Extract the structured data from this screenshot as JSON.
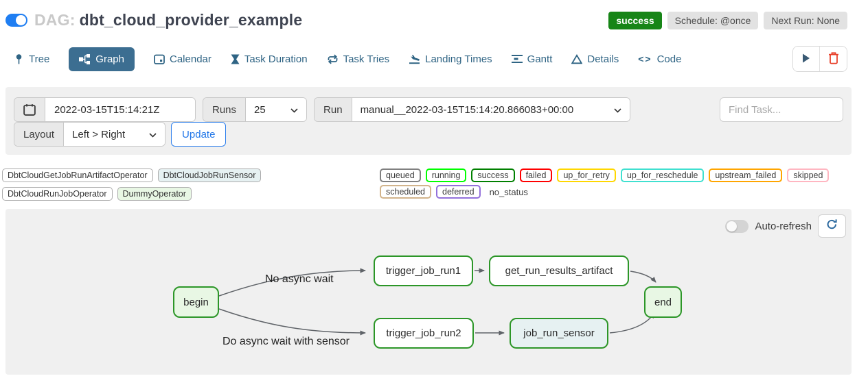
{
  "header": {
    "dag_prefix": "DAG:",
    "dag_title": "dbt_cloud_provider_example",
    "status_badge": "success",
    "schedule_badge": "Schedule: @once",
    "next_run_badge": "Next Run: None"
  },
  "tabs": [
    {
      "label": "Tree"
    },
    {
      "label": "Graph",
      "active": true
    },
    {
      "label": "Calendar"
    },
    {
      "label": "Task Duration"
    },
    {
      "label": "Task Tries"
    },
    {
      "label": "Landing Times"
    },
    {
      "label": "Gantt"
    },
    {
      "label": "Details"
    },
    {
      "label": "Code"
    }
  ],
  "icons": {
    "code_glyph": "<>"
  },
  "filters": {
    "base_date_value": "2022-03-15T15:14:21Z",
    "runs_label": "Runs",
    "runs_value": "25",
    "run_label": "Run",
    "run_value": "manual__2022-03-15T15:14:20.866083+00:00",
    "find_task_placeholder": "Find Task...",
    "layout_label": "Layout",
    "layout_value": "Left > Right",
    "update_button": "Update"
  },
  "legend": {
    "operators": [
      {
        "label": "DbtCloudGetJobRunArtifactOperator",
        "bg": "#ffffff"
      },
      {
        "label": "DbtCloudJobRunSensor",
        "bg": "#e6f1f2"
      },
      {
        "label": "DbtCloudRunJobOperator",
        "bg": "#ffffff"
      },
      {
        "label": "DummyOperator",
        "bg": "#e8f7e4"
      }
    ],
    "statuses": [
      {
        "label": "queued",
        "border": "#808080"
      },
      {
        "label": "running",
        "border": "#00ff00"
      },
      {
        "label": "success",
        "border": "#008000"
      },
      {
        "label": "failed",
        "border": "#ff0000"
      },
      {
        "label": "up_for_retry",
        "border": "#ffd700"
      },
      {
        "label": "up_for_reschedule",
        "border": "#40e0d0"
      },
      {
        "label": "upstream_failed",
        "border": "#ffa500"
      },
      {
        "label": "skipped",
        "border": "#ffb6c1"
      },
      {
        "label": "scheduled",
        "border": "#d2b48c"
      },
      {
        "label": "deferred",
        "border": "#9370db"
      },
      {
        "label": "no_status",
        "border": "none"
      }
    ]
  },
  "graph": {
    "auto_refresh_label": "Auto-refresh",
    "node_border_color": "#2c9628",
    "nodes": {
      "begin": {
        "label": "begin",
        "fill": "#e8f7e4"
      },
      "trigger_job_run1": {
        "label": "trigger_job_run1",
        "fill": "#ffffff"
      },
      "get_run_results_artifact": {
        "label": "get_run_results_artifact",
        "fill": "#ffffff"
      },
      "end": {
        "label": "end",
        "fill": "#e8f7e4"
      },
      "trigger_job_run2": {
        "label": "trigger_job_run2",
        "fill": "#ffffff"
      },
      "job_run_sensor": {
        "label": "job_run_sensor",
        "fill": "#e6f1f2"
      }
    },
    "edge_labels": [
      "No async wait",
      "Do async wait with sensor"
    ]
  },
  "colors": {
    "accent_blue": "#1f7ef2",
    "active_tab_bg": "#3c6e91",
    "success_green": "#178517",
    "trash_red": "#e8402a",
    "panel_gray": "#f0f0f0"
  }
}
